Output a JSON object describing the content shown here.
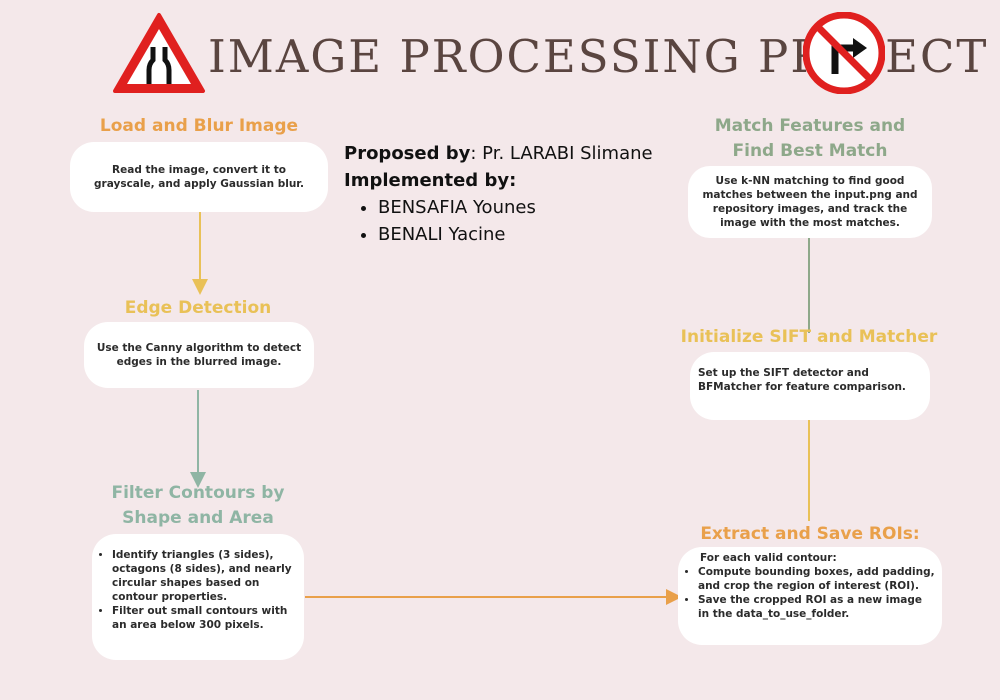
{
  "title": "IMAGE PROCESSING PROJECT",
  "signs": {
    "left": "narrowing-road-warning-sign-icon",
    "right": "no-right-turn-sign-icon"
  },
  "credits": {
    "proposed_label": "Proposed by",
    "proposed_value": ": Pr. LARABI Slimane",
    "implemented_label": "Implemented by:",
    "implementers": [
      "BENSAFIA Younes",
      "BENALI Yacine"
    ]
  },
  "stages": {
    "load": {
      "title": "Load and Blur Image",
      "text": "Read the image, convert it to grayscale, and apply Gaussian blur."
    },
    "edge": {
      "title": "Edge Detection",
      "text": "Use the Canny algorithm to detect edges in the blurred image."
    },
    "filter": {
      "title_line1": "Filter Contours by",
      "title_line2": "Shape and Area",
      "bullets": [
        "Identify triangles (3 sides), octagons (8 sides), and nearly circular shapes based on contour properties.",
        "Filter out small contours with an area below 300 pixels."
      ]
    },
    "extract": {
      "title": "Extract and Save ROIs:",
      "intro": "For each valid contour:",
      "bullets": [
        "Compute bounding boxes, add padding, and crop the region of interest (ROI).",
        "Save the cropped ROI as a new image in the data_to_use_folder."
      ]
    },
    "sift": {
      "title": "Initialize SIFT and Matcher",
      "text": "Set up the SIFT detector and BFMatcher for feature comparison."
    },
    "match": {
      "title_line1": "Match Features and",
      "title_line2": "Find Best Match",
      "text": "Use k-NN matching to find good matches between the input.png and repository images, and track the image with the most matches."
    }
  },
  "colors": {
    "background": "#f4e8ea",
    "title": "#5a4540",
    "orange": "#e9a04a",
    "yellow": "#e9c157",
    "teal_green": "#8fb5a4",
    "sage_green": "#8ea88a",
    "sign_red": "#e0201f"
  }
}
